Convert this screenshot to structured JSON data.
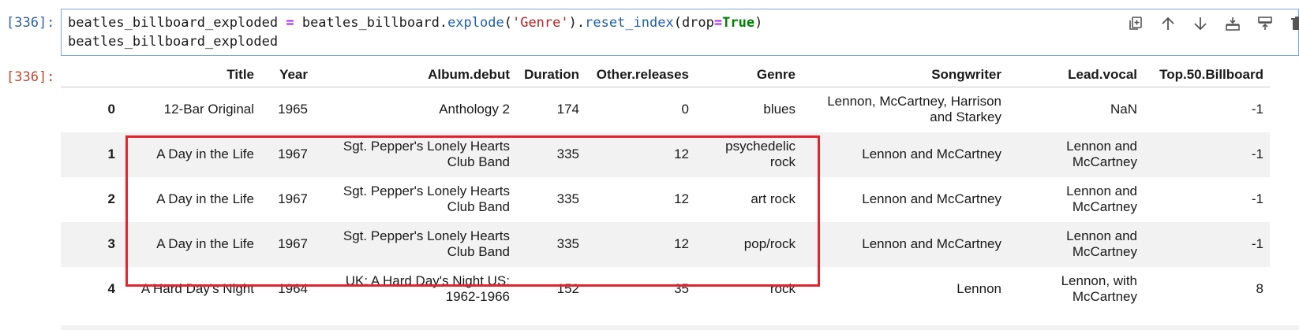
{
  "cells": {
    "input_prompt": "[336]:",
    "output_prompt": "[336]:",
    "code": {
      "line1": {
        "var": "beatles_billboard_exploded ",
        "eq": "=",
        "obj": " beatles_billboard.",
        "explode": "explode",
        "p1": "(",
        "genre_str": "'Genre'",
        "p2": ").",
        "reset": "reset_index",
        "p3": "(drop",
        "eq2": "=",
        "true_kw": "True",
        "p4": ")"
      },
      "line2": "beatles_billboard_exploded"
    }
  },
  "toolbar": {
    "buttons": [
      "duplicate-icon",
      "arrow-up-icon",
      "arrow-down-icon",
      "insert-below-icon",
      "insert-above-icon",
      "delete-icon"
    ]
  },
  "table": {
    "headers": [
      "",
      "Title",
      "Year",
      "Album.debut",
      "Duration",
      "Other.releases",
      "Genre",
      "Songwriter",
      "Lead.vocal",
      "Top.50.Billboard"
    ],
    "rows": [
      {
        "idx": "0",
        "title": "12-Bar Original",
        "year": "1965",
        "album": "Anthology 2",
        "duration": "174",
        "other": "0",
        "genre": "blues",
        "songwriter": "Lennon, McCartney, Harrison and Starkey",
        "lead": "NaN",
        "top": "-1"
      },
      {
        "idx": "1",
        "title": "A Day in the Life",
        "year": "1967",
        "album": "Sgt. Pepper's Lonely Hearts Club Band",
        "duration": "335",
        "other": "12",
        "genre": "psychedelic rock",
        "songwriter": "Lennon and McCartney",
        "lead": "Lennon and McCartney",
        "top": "-1"
      },
      {
        "idx": "2",
        "title": "A Day in the Life",
        "year": "1967",
        "album": "Sgt. Pepper's Lonely Hearts Club Band",
        "duration": "335",
        "other": "12",
        "genre": "art rock",
        "songwriter": "Lennon and McCartney",
        "lead": "Lennon and McCartney",
        "top": "-1"
      },
      {
        "idx": "3",
        "title": "A Day in the Life",
        "year": "1967",
        "album": "Sgt. Pepper's Lonely Hearts Club Band",
        "duration": "335",
        "other": "12",
        "genre": "pop/rock",
        "songwriter": "Lennon and McCartney",
        "lead": "Lennon and McCartney",
        "top": "-1"
      },
      {
        "idx": "4",
        "title": "A Hard Day's Night",
        "year": "1964",
        "album": "UK: A Hard Day's Night US: 1962-1966",
        "duration": "152",
        "other": "35",
        "genre": "rock",
        "songwriter": "Lennon",
        "lead": "Lennon, with McCartney",
        "top": "8"
      }
    ]
  },
  "colors": {
    "highlight": "#e0232e",
    "input_prompt": "#2f5fa8",
    "output_prompt": "#c2452d",
    "cell_border": "#7ea6d6"
  }
}
